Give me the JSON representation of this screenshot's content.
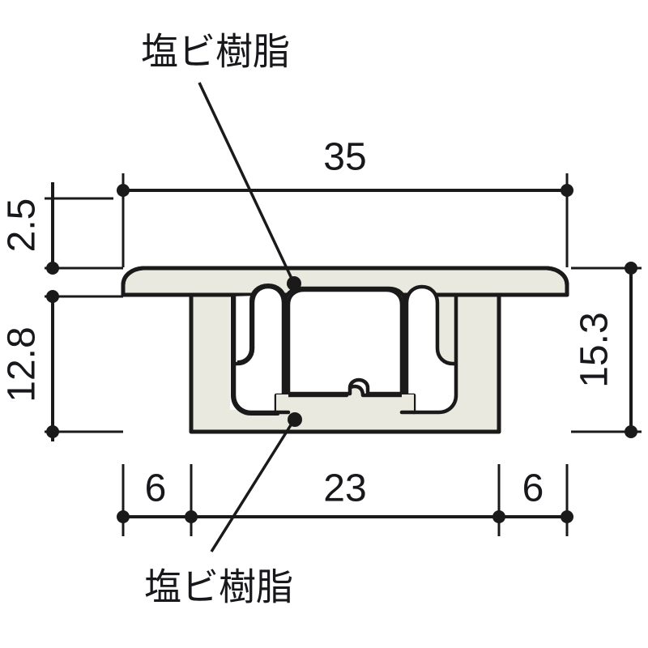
{
  "drawing": {
    "type": "cross-section",
    "description": "Technical cross-section drawing of an extruded trim profile",
    "units_note": "mm",
    "material_fill_color": "#e9e9e0",
    "outline_color": "#1a1a1a",
    "background_color": "#ffffff"
  },
  "labels": {
    "top": {
      "text": "塩ビ樹脂",
      "leader_target": "cap"
    },
    "bottom": {
      "text": "塩ビ樹脂",
      "leader_target": "base"
    }
  },
  "dimensions": {
    "top_width": {
      "value": "35",
      "position": "top",
      "orientation": "horizontal"
    },
    "left_upper": {
      "value": "2.5",
      "position": "left",
      "orientation": "vertical"
    },
    "left_lower": {
      "value": "12.8",
      "position": "left",
      "orientation": "vertical"
    },
    "right_total": {
      "value": "15.3",
      "position": "right",
      "orientation": "vertical"
    },
    "bottom_left": {
      "value": "6",
      "position": "bottom",
      "orientation": "horizontal"
    },
    "bottom_center": {
      "value": "23",
      "position": "bottom",
      "orientation": "horizontal"
    },
    "bottom_right": {
      "value": "6",
      "position": "bottom",
      "orientation": "horizontal"
    }
  }
}
